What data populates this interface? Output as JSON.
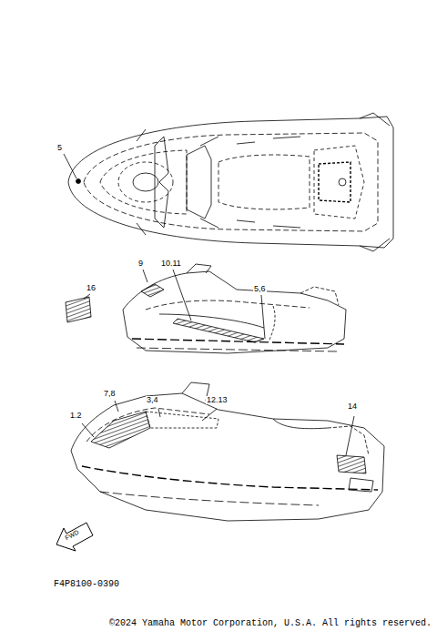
{
  "diagram": {
    "labels": [
      "5",
      "9",
      "10.11",
      "16",
      "5,6",
      "3,4",
      "12.13",
      "7,8",
      "1.2",
      "14",
      "FWD",
      "F4P8100-0390",
      "©2024 Yamaha Motor Corporation, U.S.A. All rights reserved."
    ]
  }
}
